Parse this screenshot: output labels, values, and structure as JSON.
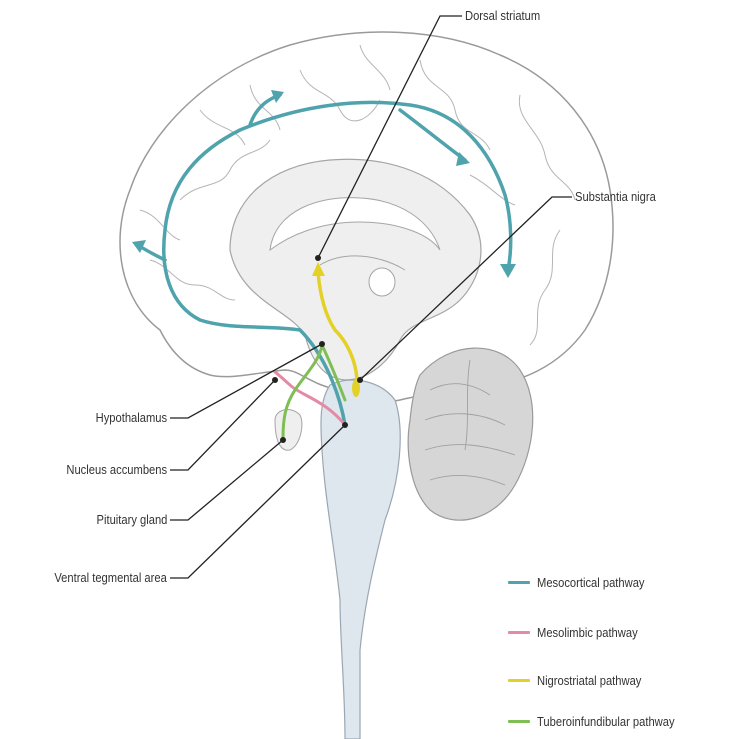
{
  "labels": {
    "dorsal_striatum": "Dorsal striatum",
    "substantia_nigra": "Substantia nigra",
    "hypothalamus": "Hypothalamus",
    "nucleus_accumbens": "Nucleus accumbens",
    "pituitary_gland": "Pituitary gland",
    "ventral_tegmental_area": "Ventral tegmental area"
  },
  "legend": [
    {
      "key": "mesocortical",
      "label": "Mesocortical pathway",
      "color": "#4fa3ac"
    },
    {
      "key": "mesolimbic",
      "label": "Mesolimbic pathway",
      "color": "#e48aa5"
    },
    {
      "key": "nigrostriatal",
      "label": "Nigrostriatal pathway",
      "color": "#e3d128"
    },
    {
      "key": "tuberoinfundibular",
      "label": "Tuberoinfundibular pathway",
      "color": "#7fbe54"
    }
  ],
  "colors": {
    "brain_outline": "#9a9a9a",
    "brain_fill": "#ffffff",
    "inner_fill": "#efefef",
    "brainstem_fill": "#dfe7ee",
    "cerebellum_fill": "#d6d6d6",
    "leader_line": "#222222"
  }
}
